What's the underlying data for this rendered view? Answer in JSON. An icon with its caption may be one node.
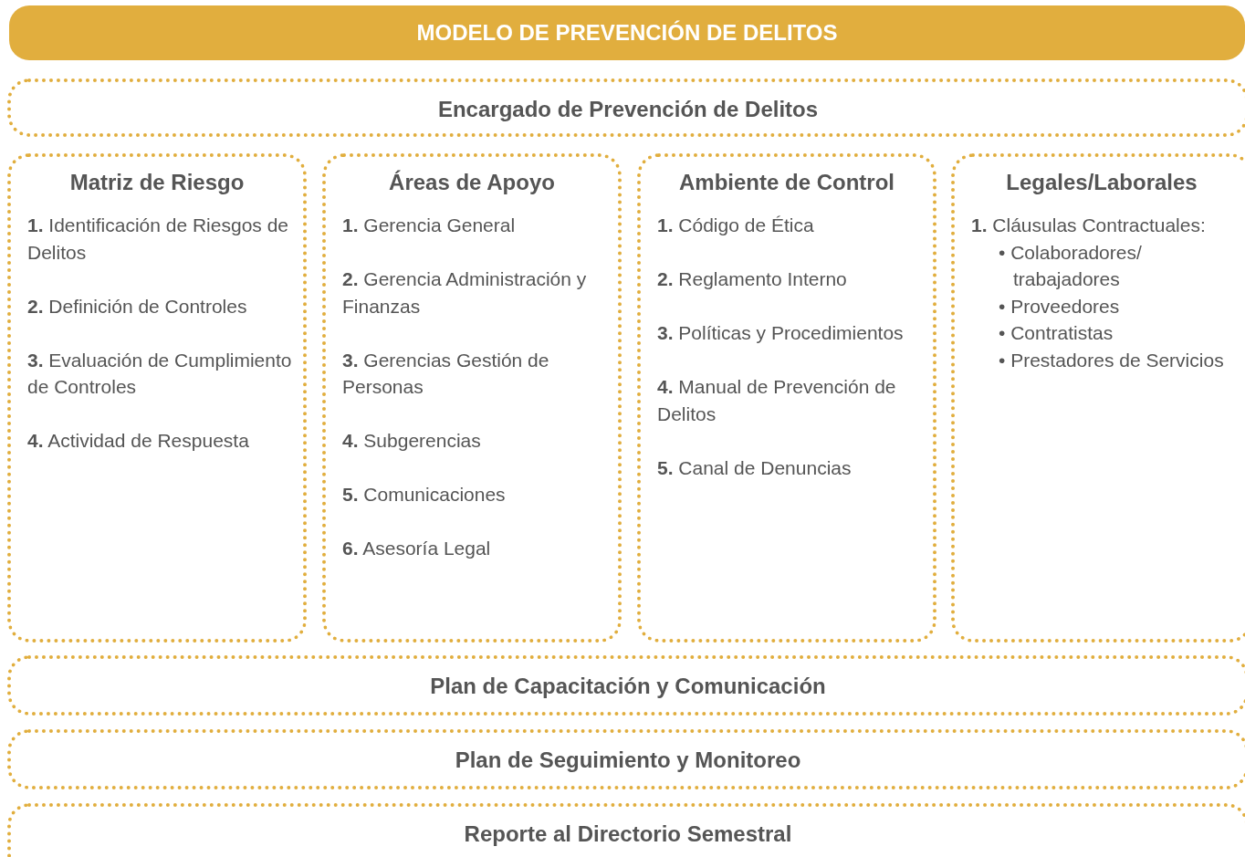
{
  "diagram": {
    "nodes": [
      {
        "text": [
          "MODELO DE PREVENCIÓN DE DELITOS"
        ]
      },
      {
        "text": [
          "Encargado de Prevención de Delitos"
        ]
      },
      {
        "text": [
          "Matriz de Riesgo",
          "**1.** Identificación de Riesgos de Delitos",
          "**2.** Definición de Controles",
          "**3.** Evaluación de Cumplimiento de Controles",
          "**4.** Actividad de Respuesta"
        ]
      },
      {
        "text": [
          "Áreas de Apoyo",
          "**1.** Gerencia General",
          "**2.** Gerencia Administración y Finanzas",
          "**3.** Gerencias Gestión de Personas",
          "**4.** Subgerencias",
          "**5.** Comunicaciones",
          "**6.** Asesoría Legal"
        ]
      },
      {
        "text": [
          "Ambiente de Control",
          "**1.** Código de Ética",
          "**2.** Reglamento Interno",
          "**3.** Políticas y Procedimientos",
          "**4.** Manual de Prevención de Delitos",
          "**5.** Canal de Denuncias"
        ]
      },
      {
        "text": [
          "Legales/Laborales",
          "**1.** Cláusulas Contractuales:",
          "• Colaboradores/ trabajadores",
          "• Proveedores",
          "• Contratistas",
          "• Prestadores de Servicios"
        ]
      },
      {
        "text": [
          "Plan de Capacitación y Comunicación"
        ]
      },
      {
        "text": [
          "Plan de Seguimiento y Monitoreo"
        ]
      },
      {
        "text": [
          "Reporte al Directorio Semestral"
        ]
      }
    ]
  }
}
